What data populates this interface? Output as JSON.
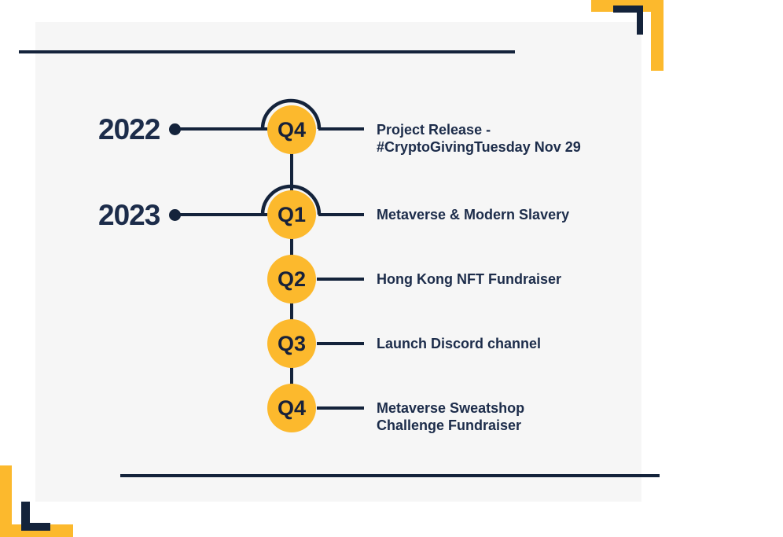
{
  "colors": {
    "navy_line": "#14233B",
    "text_navy": "#1C2C4A",
    "accent_yellow": "#FCB92D",
    "card_background": "#F6F6F6",
    "page_background": "#FFFFFF"
  },
  "timeline": {
    "years": [
      {
        "label": "2022"
      },
      {
        "label": "2023"
      }
    ],
    "items": [
      {
        "quarter": "Q4",
        "description": "Project Release -\n#CryptoGivingTuesday Nov 29"
      },
      {
        "quarter": "Q1",
        "description": "Metaverse & Modern Slavery"
      },
      {
        "quarter": "Q2",
        "description": "Hong Kong NFT Fundraiser"
      },
      {
        "quarter": "Q3",
        "description": "Launch Discord channel"
      },
      {
        "quarter": "Q4",
        "description": "Metaverse Sweatshop\nChallenge Fundraiser"
      }
    ]
  }
}
